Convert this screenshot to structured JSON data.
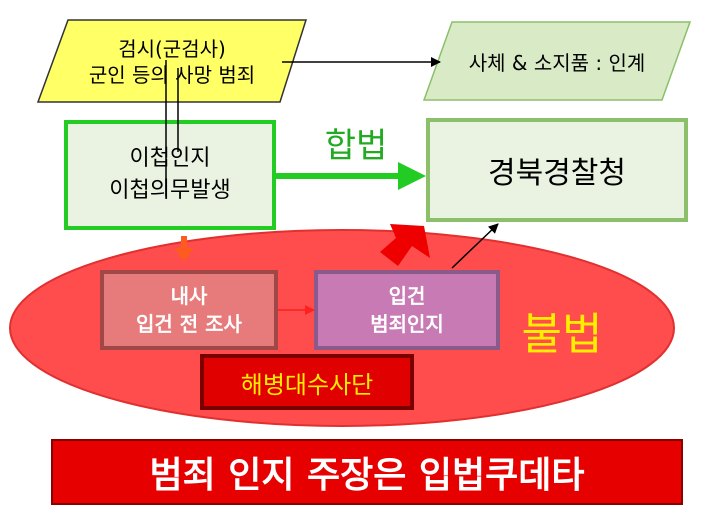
{
  "nodes": {
    "autopsy": {
      "line1": "검시(군검사)",
      "line2": "군인 등의 사망 범죄"
    },
    "handover": {
      "label": "사체 & 소지품 : 인계"
    },
    "transfer": {
      "line1": "이첩인지",
      "line2": "이첩의무발생"
    },
    "police": {
      "label": "경북경찰청"
    },
    "legal": {
      "label": "합법"
    },
    "illegal": {
      "label": "불법"
    },
    "pre_investigation": {
      "line1": "내사",
      "line2": "입건 전 조사"
    },
    "case_filed": {
      "line1": "입건",
      "line2": "범죄인지"
    },
    "marine_unit": {
      "label": "해병대수사단"
    },
    "banner": {
      "label": "범죄 인지 주장은 입법쿠데타"
    }
  },
  "colors": {
    "autopsy_fill": "#ffff66",
    "handover_fill": "#d8ebc6",
    "box_border_green": "#22cc22",
    "police_fill": "#eaf3e1",
    "police_border": "#8cbf6a",
    "legal_text": "#22aa22",
    "ellipse_fill": "#ff4d4d",
    "illegal_text": "#ffee00",
    "pre_fill": "#e77a7a",
    "case_fill": "#c87ab4",
    "marine_fill": "#e00000",
    "marine_text": "#ffee00",
    "banner_fill": "#e60000",
    "banner_text": "#ffffff"
  }
}
